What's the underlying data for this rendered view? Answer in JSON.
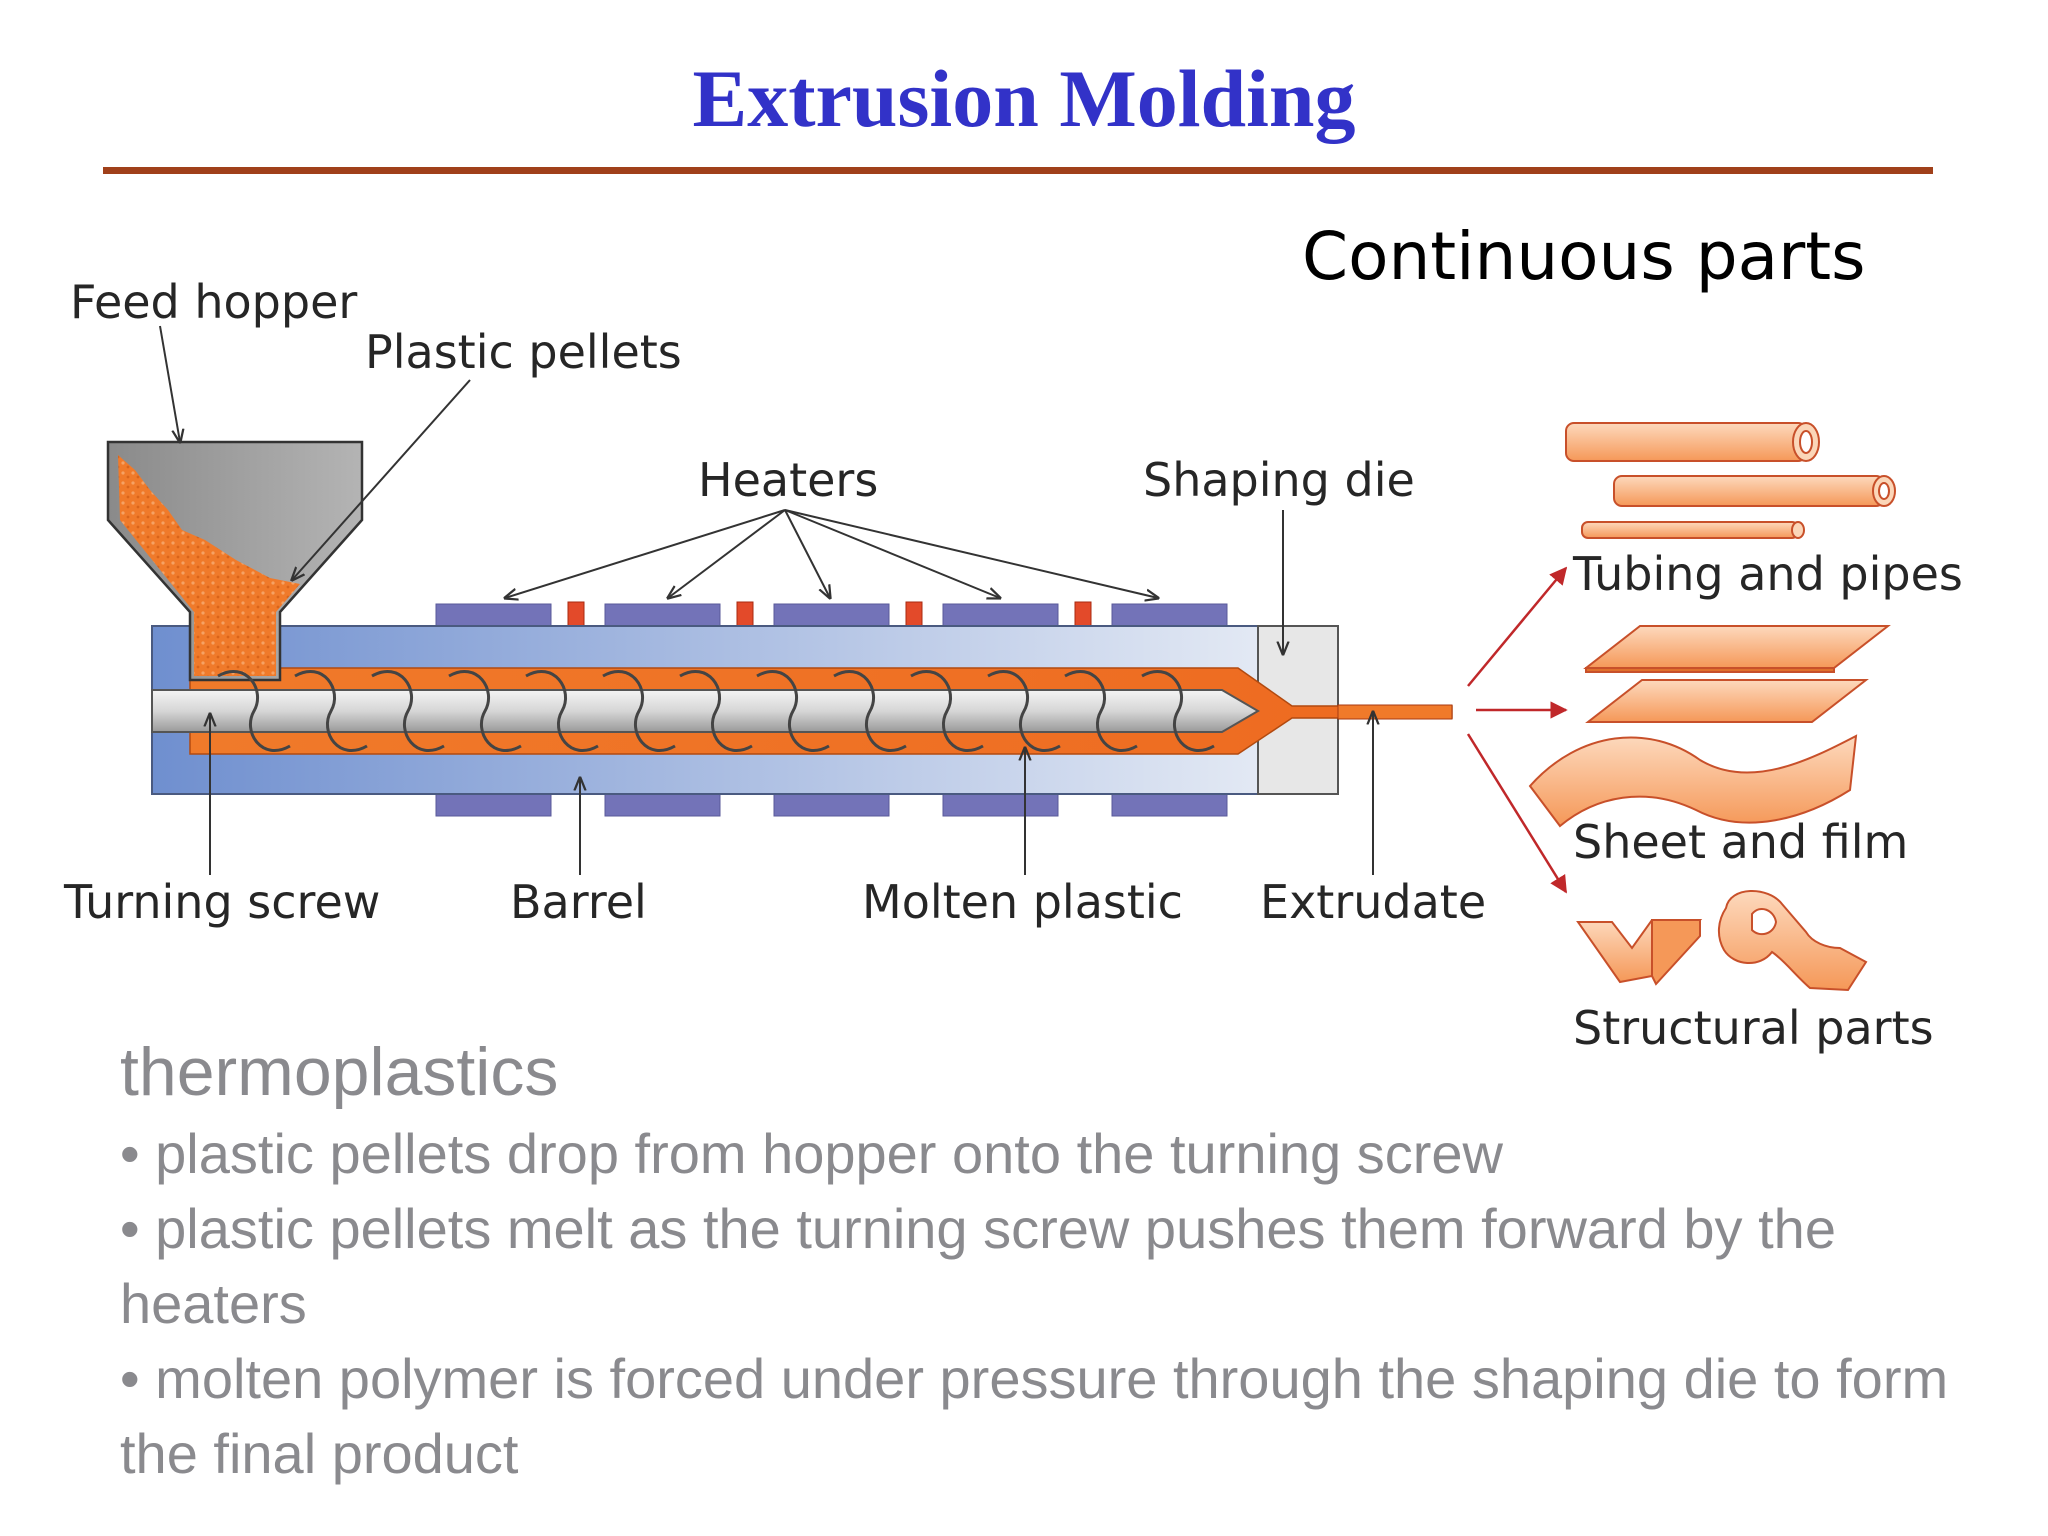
{
  "title": "Extrusion Molding",
  "subtitle": "Continuous parts",
  "colors": {
    "title": "#3232c8",
    "rule": "#a0401a",
    "body_text": "#8a8a8e",
    "plastic": "#f07a2a",
    "barrel": "#8fa8d8",
    "heater": "#7373b8",
    "arrow": "#c0282a"
  },
  "diagram": {
    "labels": {
      "feed_hopper": "Feed hopper",
      "plastic_pellets": "Plastic pellets",
      "heaters": "Heaters",
      "shaping_die": "Shaping die",
      "turning_screw": "Turning screw",
      "barrel": "Barrel",
      "molten_plastic": "Molten plastic",
      "extrudate": "Extrudate"
    },
    "products": {
      "tubing": "Tubing and pipes",
      "sheet": "Sheet and film",
      "structural": "Structural parts"
    }
  },
  "body": {
    "heading": "thermoplastics",
    "bullets": [
      "• plastic pellets drop from hopper onto the turning screw",
      "• plastic pellets melt as the turning screw pushes them forward by the heaters",
      "• molten polymer is forced under pressure through the shaping die to form the final product"
    ]
  }
}
